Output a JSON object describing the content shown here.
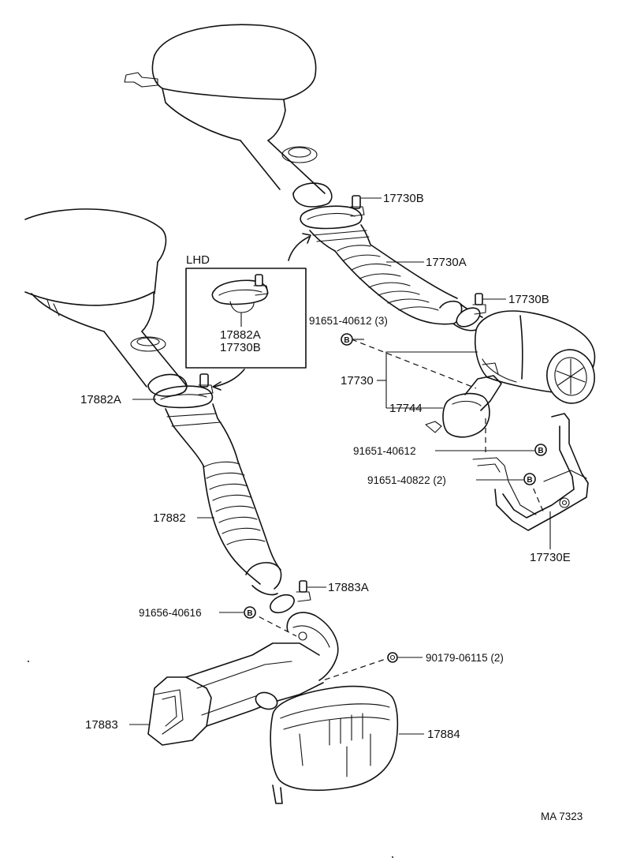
{
  "inset": {
    "title": "LHD",
    "labels": [
      "17882A",
      "17730B"
    ]
  },
  "callouts": {
    "c17730B_top": "17730B",
    "c17730A": "17730A",
    "c17730B_mid": "17730B",
    "c91651_40612_3": "91651-40612 (3)",
    "c17730": "17730",
    "c17744": "17744",
    "c91651_40612": "91651-40612",
    "c91651_40822_2": "91651-40822 (2)",
    "c17730E": "17730E",
    "c17882A": "17882A",
    "c17882": "17882",
    "c17883A": "17883A",
    "c91656_40616": "91656-40616",
    "c90179_06115_2": "90179-06115 (2)",
    "c17883": "17883",
    "c17884": "17884"
  },
  "bolt_marker": "B",
  "drawing_code": "MA 7323"
}
